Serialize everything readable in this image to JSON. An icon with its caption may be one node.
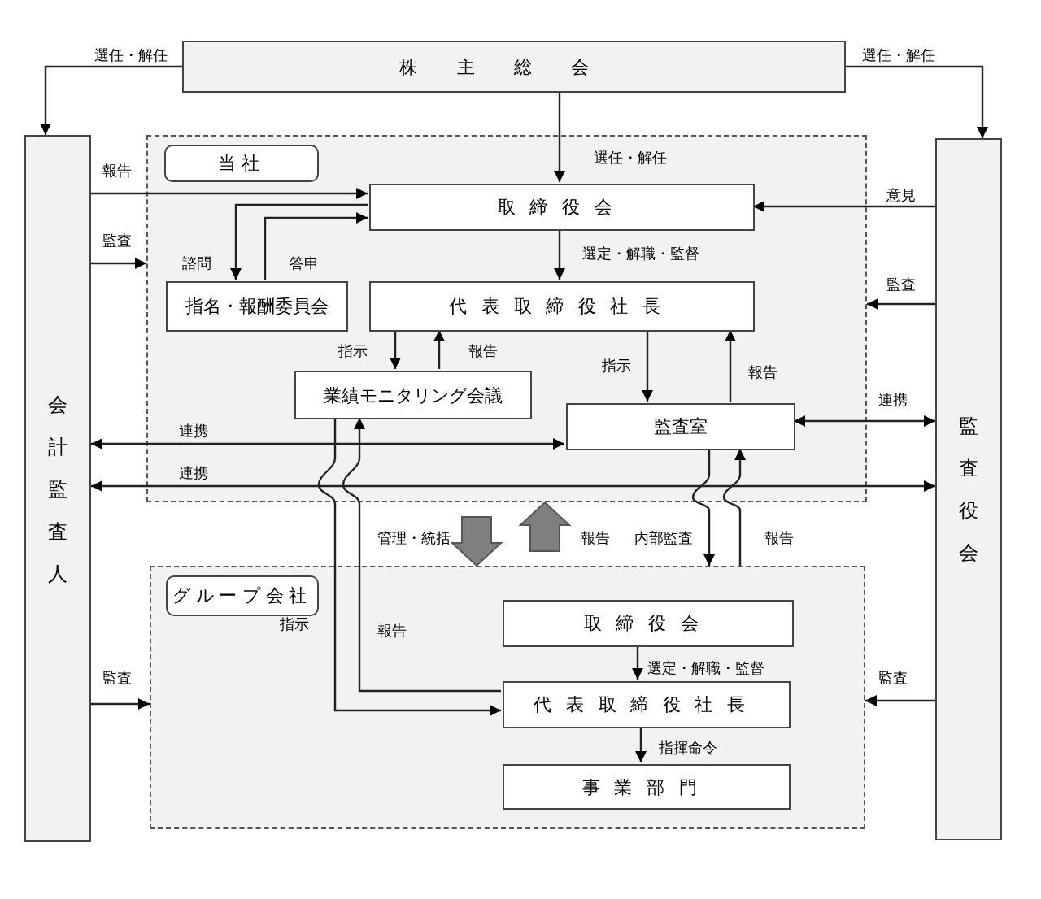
{
  "diagram": {
    "nodes": [
      {
        "text": [
          "株主総会"
        ]
      },
      {
        "text": [
          "会計監査人"
        ]
      },
      {
        "text": [
          "監査役会"
        ]
      },
      {
        "text": [
          "当社"
        ]
      },
      {
        "text": [
          "取締役会"
        ],
        "in": 3
      },
      {
        "text": [
          "指名・報酬委員会"
        ],
        "in": 3
      },
      {
        "text": [
          "代表取締役社長"
        ],
        "in": 3
      },
      {
        "text": [
          "業績モニタリング会議"
        ],
        "in": 3
      },
      {
        "text": [
          "監査室"
        ],
        "in": 3
      },
      {
        "text": [
          "グループ会社"
        ]
      },
      {
        "text": [
          "取締役会"
        ],
        "in": 9
      },
      {
        "text": [
          "代表取締役社長"
        ],
        "in": 9
      },
      {
        "text": [
          "事業部門"
        ],
        "in": 9
      }
    ],
    "edges": [
      {
        "from": 0,
        "to": 1,
        "arrow": "to",
        "label": "選任・解任"
      },
      {
        "from": 0,
        "to": 2,
        "arrow": "to",
        "label": "選任・解任"
      },
      {
        "from": 0,
        "to": 4,
        "arrow": "to",
        "label": "選任・解任"
      },
      {
        "from": 1,
        "to": 4,
        "arrow": "to",
        "label": "報告"
      },
      {
        "from": 1,
        "to": 3,
        "arrow": "to",
        "label": "監査"
      },
      {
        "from": 4,
        "to": 5,
        "arrow": "to",
        "label": "諮問"
      },
      {
        "from": 5,
        "to": 4,
        "arrow": "to",
        "label": "答申"
      },
      {
        "from": 2,
        "to": 4,
        "arrow": "to",
        "label": "意見"
      },
      {
        "from": 2,
        "to": 3,
        "arrow": "to",
        "label": "監査"
      },
      {
        "from": 4,
        "to": 6,
        "arrow": "to",
        "label": "選定・解職・監督"
      },
      {
        "from": 6,
        "to": 7,
        "arrow": "to",
        "label": "指示"
      },
      {
        "from": 7,
        "to": 6,
        "arrow": "to",
        "label": "報告"
      },
      {
        "from": 6,
        "to": 8,
        "arrow": "to",
        "label": "指示"
      },
      {
        "from": 8,
        "to": 6,
        "arrow": "to",
        "label": "報告"
      },
      {
        "from": 1,
        "to": 8,
        "arrow": "both",
        "label": "連携"
      },
      {
        "from": 8,
        "to": 2,
        "arrow": "both",
        "label": "連携"
      },
      {
        "from": 1,
        "to": 2,
        "arrow": "both",
        "label": "連携"
      },
      {
        "from": 3,
        "to": 9,
        "arrow": "to",
        "label": "管理・統括",
        "style": "thick"
      },
      {
        "from": 9,
        "to": 3,
        "arrow": "to",
        "label": "報告",
        "style": "thick"
      },
      {
        "from": 7,
        "to": 11,
        "arrow": "to",
        "label": "指示"
      },
      {
        "from": 11,
        "to": 7,
        "arrow": "to",
        "label": "報告"
      },
      {
        "from": 8,
        "to": 9,
        "arrow": "to",
        "label": "内部監査"
      },
      {
        "from": 9,
        "to": 8,
        "arrow": "to",
        "label": "報告"
      },
      {
        "from": 1,
        "to": 9,
        "arrow": "to",
        "label": "監査"
      },
      {
        "from": 2,
        "to": 9,
        "arrow": "to",
        "label": "監査"
      },
      {
        "from": 10,
        "to": 11,
        "arrow": "to",
        "label": "選定・解職・監督"
      },
      {
        "from": 11,
        "to": 12,
        "arrow": "to",
        "label": "指揮命令"
      }
    ]
  }
}
